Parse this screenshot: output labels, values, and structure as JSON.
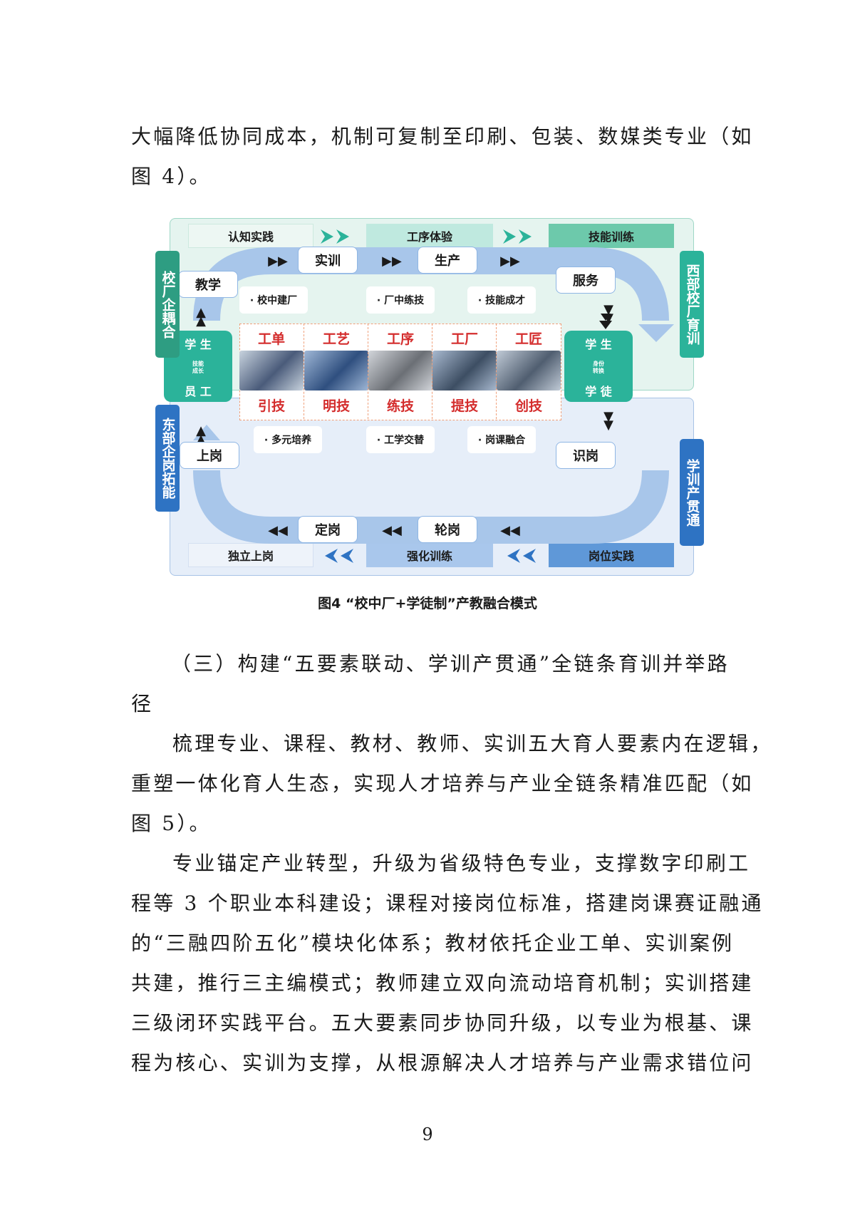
{
  "paragraphs": [
    {
      "lines": [
        "大幅降低协同成本，机制可复制至印刷、包装、数媒类专业（如",
        "图 4）。"
      ]
    },
    {
      "lines": [
        "（三）构建“五要素联动、学训产贯通”全链条育训并举路",
        "径"
      ]
    },
    {
      "lines": [
        "梳理专业、课程、教材、教师、实训五大育人要素内在逻辑，",
        "重塑一体化育人生态，实现人才培养与产业全链条精准匹配（如",
        "图 5）。"
      ]
    },
    {
      "lines": [
        "专业锚定产业转型，升级为省级特色专业，支撑数字印刷工",
        "程等 3 个职业本科建设；课程对接岗位标准，搭建岗课赛证融通",
        "的“三融四阶五化”模块化体系；教材依托企业工单、实训案例",
        "共建，推行三主编模式；教师建立双向流动培育机制；实训搭建",
        "三级闭环实践平台。五大要素同步协同升级，以专业为根基、课",
        "程为核心、实训为支撑，从根源解决人才培养与产业需求错位问"
      ]
    }
  ],
  "figure": {
    "caption": "图4 “校中厂+学徒制”产教融合模式",
    "top_stages": [
      "认知实践",
      "工序体验",
      "技能训练"
    ],
    "bottom_stages": [
      "独立上岗",
      "强化训练",
      "岗位实践"
    ],
    "loop_top": [
      "实训",
      "生产"
    ],
    "loop_bottom": [
      "定岗",
      "轮岗"
    ],
    "corners": {
      "tl": "教学",
      "tr": "服务",
      "bl": "上岗",
      "br": "识岗"
    },
    "top_bullets": [
      "· 校中建厂",
      "· 厂中练技",
      "· 技能成才"
    ],
    "bottom_bullets": [
      "· 多元培养",
      "· 工学交替",
      "· 岗课融合"
    ],
    "left_student": {
      "top": "学 生",
      "mid": "技能成长",
      "bottom": "员 工"
    },
    "right_student": {
      "top": "学 生",
      "mid": "身份转换",
      "bottom": "学 徒"
    },
    "columns": [
      {
        "top": "工单",
        "bottom": "引技"
      },
      {
        "top": "工艺",
        "bottom": "明技"
      },
      {
        "top": "工序",
        "bottom": "练技"
      },
      {
        "top": "工厂",
        "bottom": "提技"
      },
      {
        "top": "工匠",
        "bottom": "创技"
      }
    ],
    "side_labels": {
      "left_top": "校厂企耦合",
      "left_bottom": "东部企岗拓能",
      "right_top": "西部校厂育训",
      "right_bottom": "学训产贯通"
    }
  },
  "page_number": "9",
  "colors": {
    "teal": "#2bb39a",
    "blue": "#2e73c3",
    "light_teal": "#e5f4ef",
    "light_blue": "#e6eef9",
    "accent_red": "#d42d2d"
  }
}
